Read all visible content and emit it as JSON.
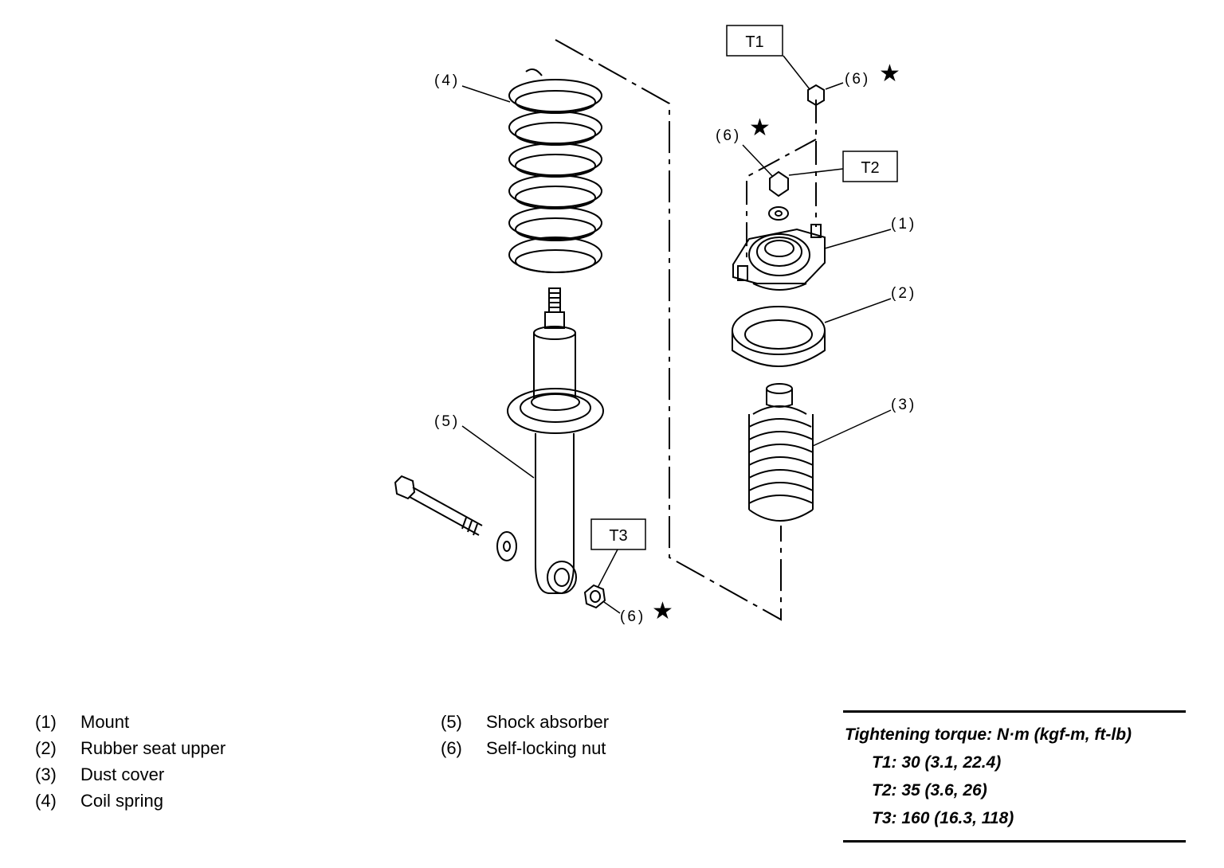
{
  "callouts": {
    "c1": "(1)",
    "c2": "(2)",
    "c3": "(3)",
    "c4": "(4)",
    "c5": "(5)",
    "c6a": "(6)",
    "c6b": "(6)",
    "c6c": "(6)"
  },
  "torque_boxes": {
    "t1": "T1",
    "t2": "T2",
    "t3": "T3"
  },
  "legend_left": [
    {
      "num": "(1)",
      "label": "Mount"
    },
    {
      "num": "(2)",
      "label": "Rubber seat upper"
    },
    {
      "num": "(3)",
      "label": "Dust cover"
    },
    {
      "num": "(4)",
      "label": "Coil spring"
    }
  ],
  "legend_right": [
    {
      "num": "(5)",
      "label": "Shock absorber"
    },
    {
      "num": "(6)",
      "label": "Self-locking nut"
    }
  ],
  "torque": {
    "title": "Tightening torque: N·m (kgf-m, ft-lb)",
    "specs": [
      "T1: 30 (3.1, 22.4)",
      "T2: 35 (3.6, 26)",
      "T3: 160 (16.3, 118)"
    ]
  },
  "star_glyph": "★"
}
